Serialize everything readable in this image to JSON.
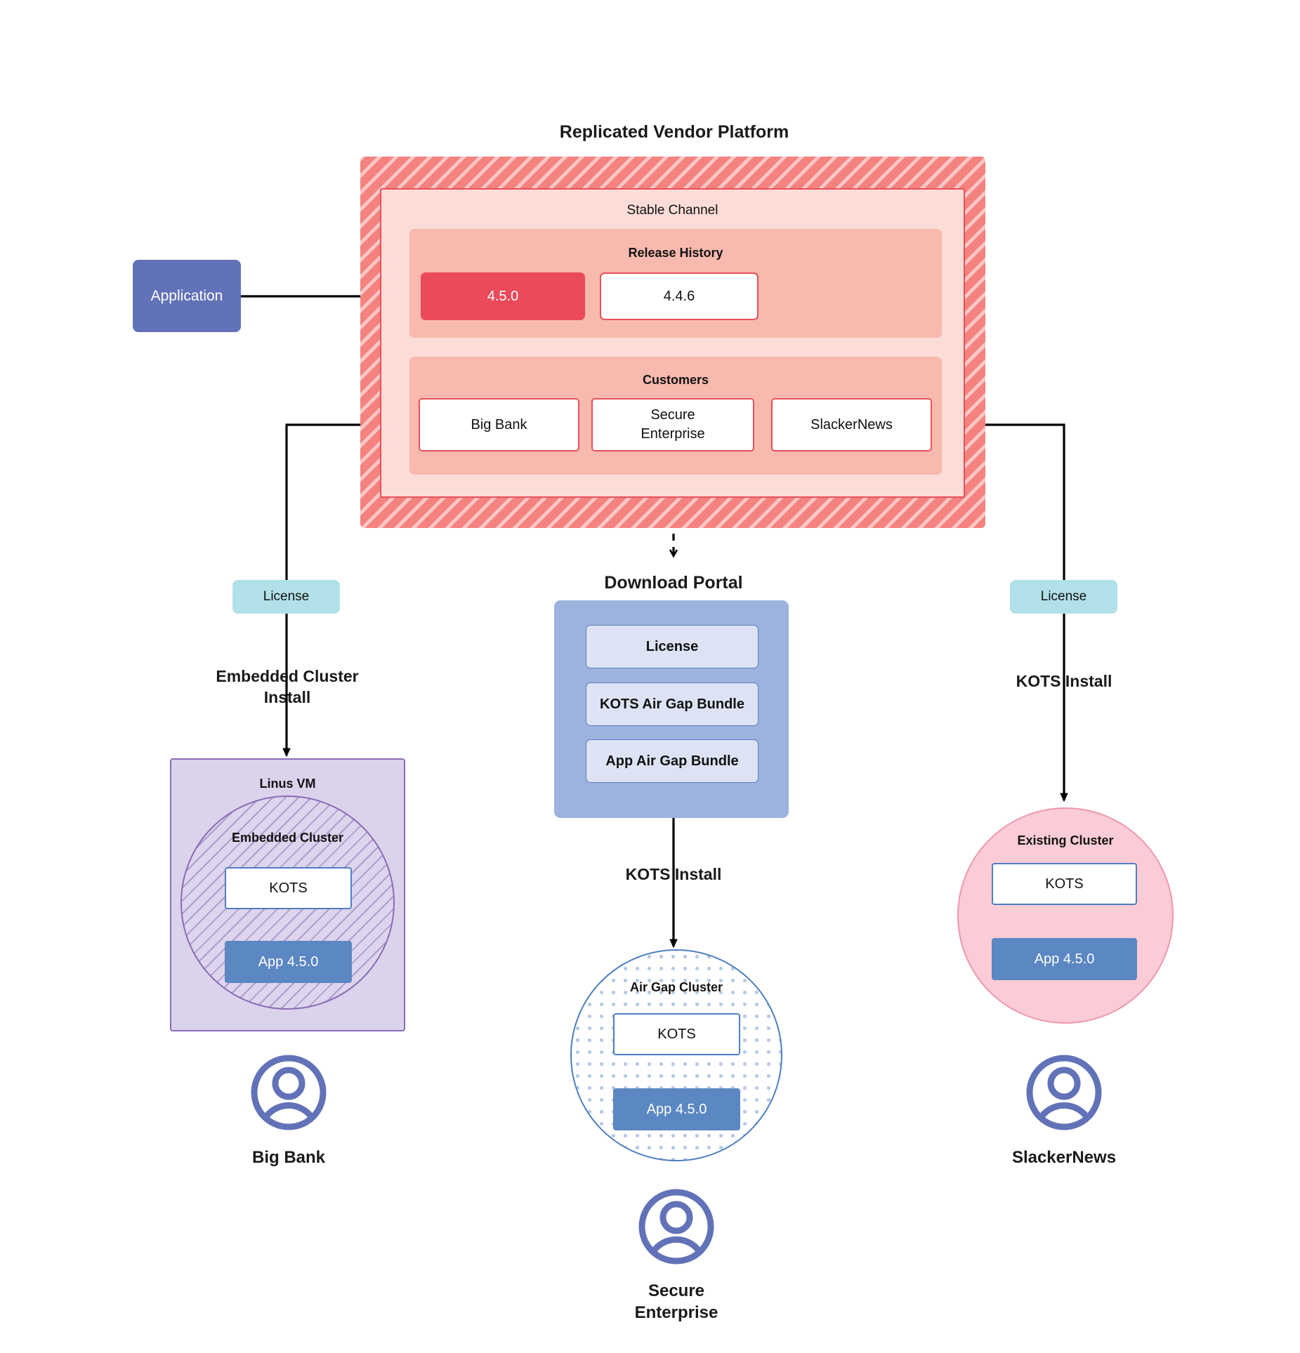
{
  "diagram": {
    "title": "Replicated Vendor Platform",
    "platform": {
      "channel_label": "Stable Channel",
      "release_history": {
        "label": "Release History",
        "releases": [
          {
            "version": "4.5.0",
            "state": "current"
          },
          {
            "version": "4.4.6",
            "state": "past"
          }
        ]
      },
      "customers": {
        "label": "Customers",
        "items": [
          {
            "name": "Big Bank"
          },
          {
            "name": "Secure\nEnterprise"
          },
          {
            "name": "SlackerNews"
          }
        ]
      }
    },
    "application_box": {
      "label": "Application"
    },
    "download_portal": {
      "title": "Download  Portal",
      "items": [
        {
          "label": "License"
        },
        {
          "label": "KOTS Air Gap Bundle"
        },
        {
          "label": "App Air Gap Bundle"
        }
      ]
    },
    "branches": {
      "left": {
        "license_label": "License",
        "install_label": "Embedded Cluster\nInstall",
        "vm_label": "Linus VM",
        "cluster_label": "Embedded Cluster",
        "kots_label": "KOTS",
        "app_label": "App 4.5.0",
        "customer_label": "Big Bank"
      },
      "center": {
        "install_label": "KOTS Install",
        "cluster_label": "Air Gap Cluster",
        "kots_label": "KOTS",
        "app_label": "App 4.5.0",
        "customer_label": "Secure\nEnterprise"
      },
      "right": {
        "license_label": "License",
        "install_label": "KOTS Install",
        "cluster_label": "Existing Cluster",
        "kots_label": "KOTS",
        "app_label": "App 4.5.0",
        "customer_label": "SlackerNews"
      }
    },
    "icons": {
      "avatar": "user-avatar-icon"
    },
    "colors": {
      "platform_hatch": "#f4827f",
      "channel_bg": "#fbdcd7",
      "panel_bg": "#f8b9ae",
      "release_current": "#ea4a5a",
      "accent_red": "#e8505b",
      "application": "#6272b8",
      "license_chip": "#b2e0e8",
      "portal_bg": "#9cb3dd",
      "portal_item": "#dde3f4",
      "vm_purple": "#dbd3ec",
      "vm_border": "#8a6cb5",
      "cluster_blue": "#4e7fc1",
      "app_blue": "#5b87c3",
      "existing_cluster_pink": "#fbccd6",
      "avatar": "#6272b8"
    }
  }
}
